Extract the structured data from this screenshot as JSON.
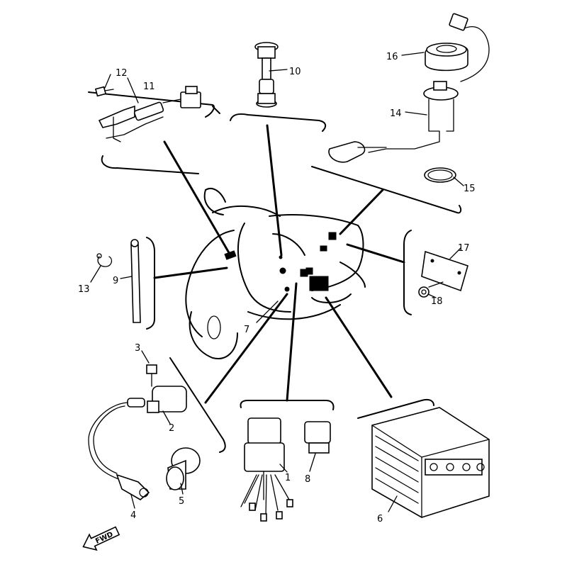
{
  "labels": {
    "p1": "1",
    "p2": "2",
    "p3": "3",
    "p4": "4",
    "p5": "5",
    "p6": "6",
    "p7": "7",
    "p8": "8",
    "p9": "9",
    "p10": "10",
    "p11": "11",
    "p12": "12",
    "p13": "13",
    "p14": "14",
    "p15": "15",
    "p16": "16",
    "p17": "17",
    "p18": "18"
  },
  "fwd_arrow": "FWD"
}
